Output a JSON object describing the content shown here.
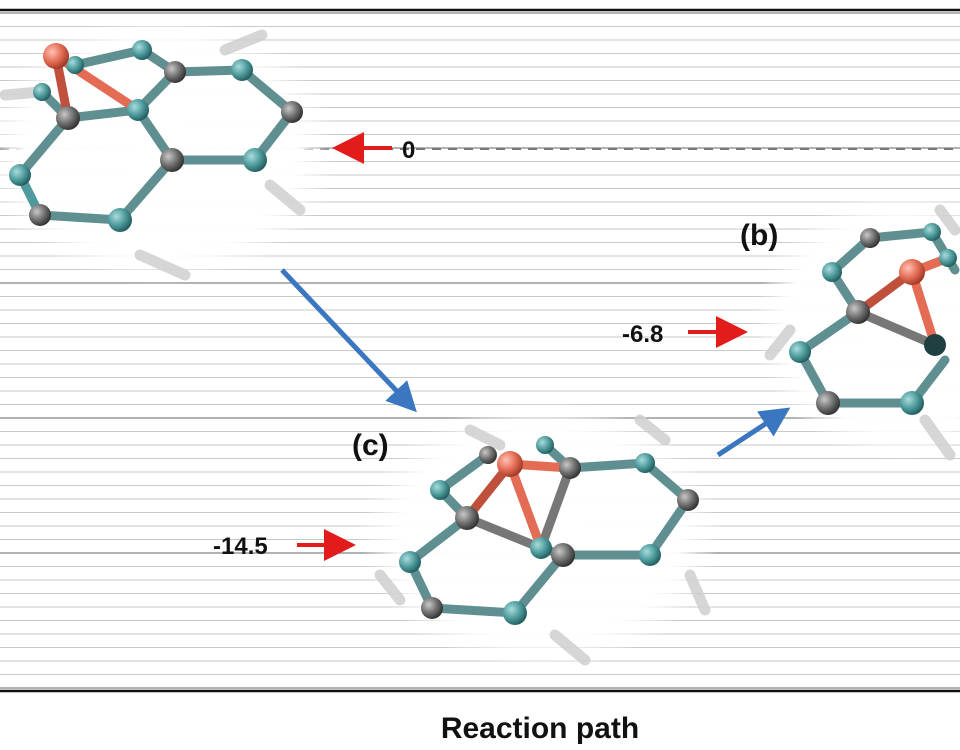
{
  "axis": {
    "xlabel": "Reaction path"
  },
  "states": [
    {
      "id": "a",
      "label": "",
      "energy": "0"
    },
    {
      "id": "b",
      "label": "(b)",
      "energy": "-6.8"
    },
    {
      "id": "c",
      "label": "(c)",
      "energy": "-14.5"
    }
  ],
  "colors": {
    "nitrogen": "#4e9a9c",
    "carbon": "#6e6e6e",
    "oxygen": "#e46c55",
    "path_arrow": "#3a77c0",
    "energy_arrow": "#e21b1b",
    "grid": "#c9c9c9"
  }
}
